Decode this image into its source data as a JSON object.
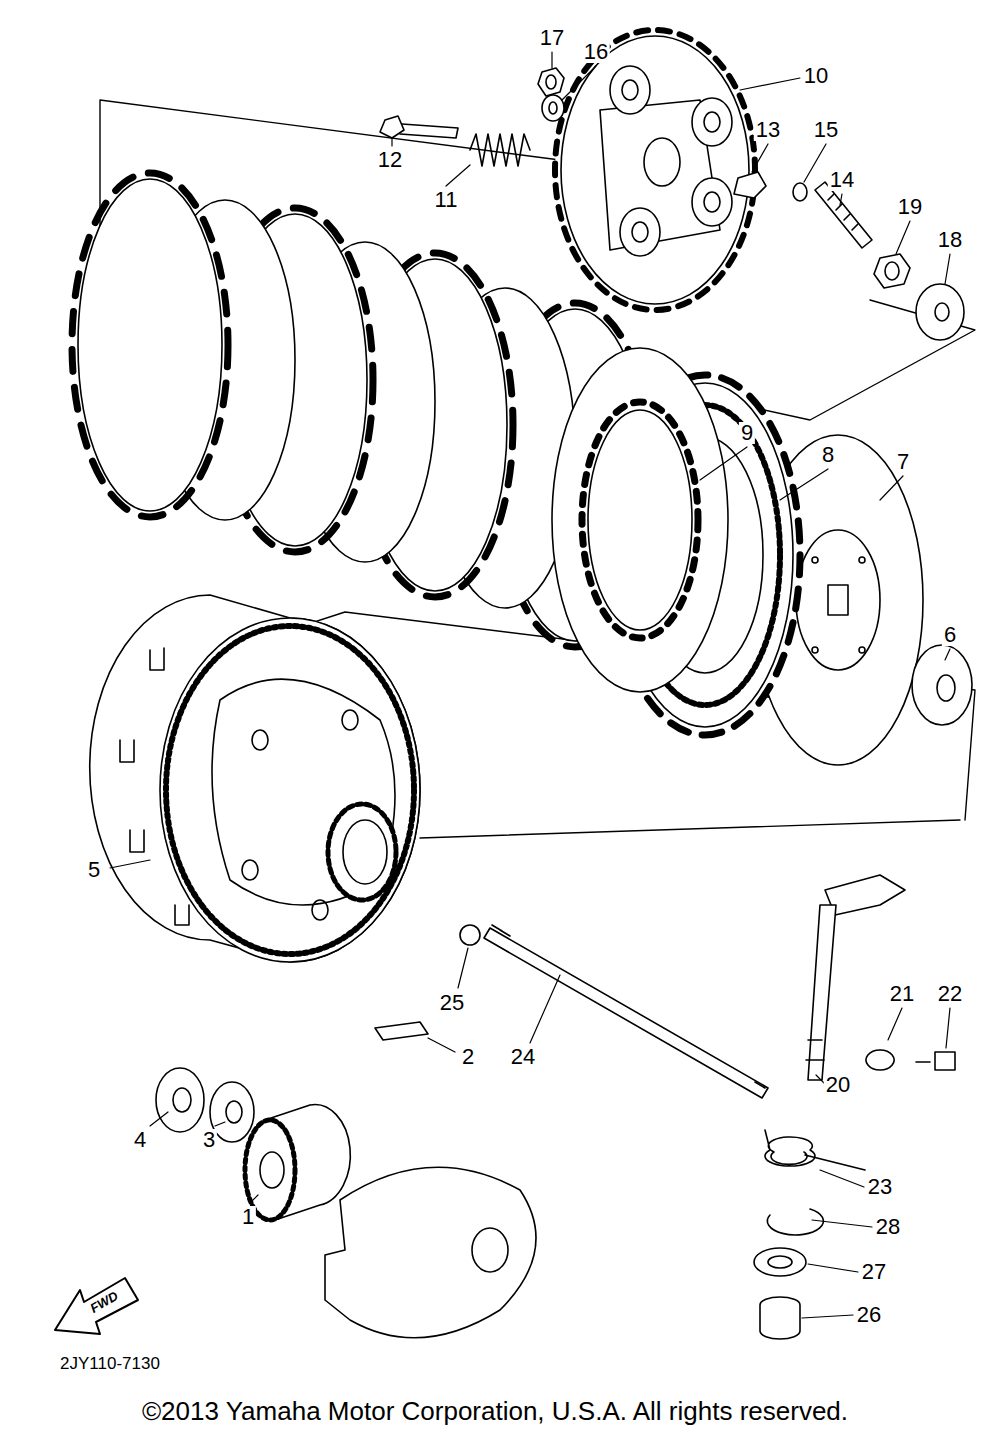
{
  "diagram": {
    "labels": [
      "17",
      "16",
      "10",
      "12",
      "11",
      "13",
      "15",
      "14",
      "19",
      "18",
      "9",
      "8",
      "7",
      "6",
      "5",
      "25",
      "21",
      "22",
      "2",
      "24",
      "4",
      "3",
      "20",
      "1",
      "23",
      "28",
      "27",
      "26",
      "FWD",
      "2JY110-7130",
      "©2013 Yamaha Motor Corporation, U.S.A. All rights reserved."
    ]
  }
}
